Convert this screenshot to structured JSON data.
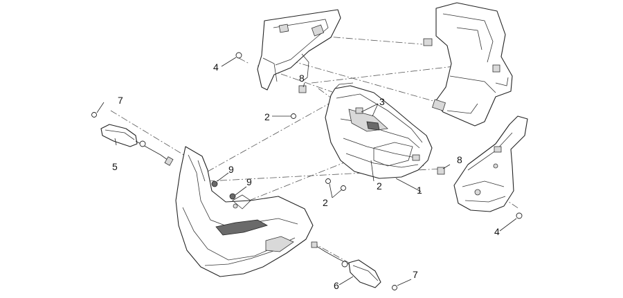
{
  "callouts": [
    {
      "id": "c1",
      "text": "1"
    },
    {
      "id": "c2a",
      "text": "2"
    },
    {
      "id": "c2b",
      "text": "2"
    },
    {
      "id": "c2c",
      "text": "2"
    },
    {
      "id": "c3",
      "text": "3"
    },
    {
      "id": "c4a",
      "text": "4"
    },
    {
      "id": "c4b",
      "text": "4"
    },
    {
      "id": "c5",
      "text": "5"
    },
    {
      "id": "c6",
      "text": "6"
    },
    {
      "id": "c7a",
      "text": "7"
    },
    {
      "id": "c7b",
      "text": "7"
    },
    {
      "id": "c8a",
      "text": "8"
    },
    {
      "id": "c8b",
      "text": "8"
    },
    {
      "id": "c9a",
      "text": "9"
    },
    {
      "id": "c9b",
      "text": "9"
    }
  ]
}
